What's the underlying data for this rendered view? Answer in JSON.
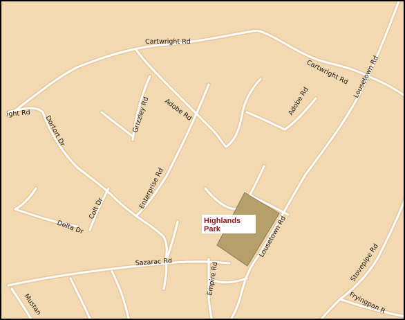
{
  "map": {
    "background_color": "#f3d9b1",
    "road_color": "#ffffff",
    "park_color": "#b5a06c",
    "park_label_color": "#8b1a1a",
    "park": {
      "name_line1": "Highlands",
      "name_line2": "Park"
    },
    "roads": {
      "cartwright_top": "Cartwright Rd",
      "cartwright_right": "Cartwright Rd",
      "adobe_left": "Adobe Rd",
      "adobe_right": "Adobe Rd",
      "grizzley": "Grizzley Rd",
      "dortort": "Dortort Dr",
      "enterprise": "Enterprise Rd",
      "colt": "Colt Dr",
      "delta": "Delta Dr",
      "sazarac": "Sazarac Rd",
      "empire": "Empire Rd",
      "lousetown_upper": "Lousetown Rd",
      "lousetown_lower": "Lousetown Rd",
      "stovepipe": "Stovepipe Rd",
      "fryingpan": "Fryingpan R",
      "left_partial": "ight Rd",
      "mustang_partial": "Mustan"
    }
  }
}
